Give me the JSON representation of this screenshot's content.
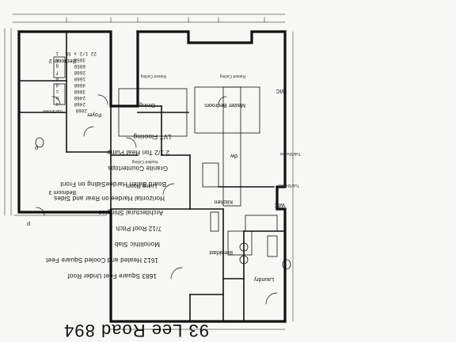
{
  "title": "93 Lee Road 894",
  "colors": {
    "ink": "#111111",
    "paper": "#f7f7f5"
  },
  "rooms": {
    "bedroom2": "Bedroom 2",
    "bedroom3": "Bedroom 3",
    "dining": "Dining",
    "master": "Master Bedroom",
    "wic_master": "WIC",
    "foyer": "Foyer",
    "living": "Living Room",
    "kitchen": "Kitchen",
    "breakfast": "Breakfast",
    "wic2": "WIC",
    "laundry": "Laundry",
    "dw": "dw",
    "p1": "p",
    "p2": "p"
  },
  "fixtures": {
    "tub1": "Tub/Shower",
    "tub2": "Tub/Shower",
    "tub3": "Tub/Shower"
  },
  "ceilings": {
    "vaulted": "Vaulted Ceiling",
    "raised1": "Raised Ceiling",
    "raised2": "Raised Ceiling"
  },
  "notes": [
    "LVT Flooring",
    "2 1/2 Ton Heat Pump",
    "Granite Countertops",
    "Board Baten HardeeSiding on Front",
    "Horizontal Hardee on Rear and Sides",
    "Architectural Shingles",
    "7/12 Roof Pitch",
    "Monolithic Slab",
    "1612 Heated and Cooled Square Feet",
    "1683 Square Feet Under Roof"
  ],
  "schedule": {
    "letters": [
      "a",
      "b",
      "c",
      "d",
      "e",
      "f",
      "g",
      "h",
      "i"
    ],
    "codes": [
      "2068",
      "2468",
      "2468",
      "3068",
      "4068",
      "1668",
      "2668",
      "6050",
      "3050",
      "22 1/2 x 55"
    ]
  }
}
